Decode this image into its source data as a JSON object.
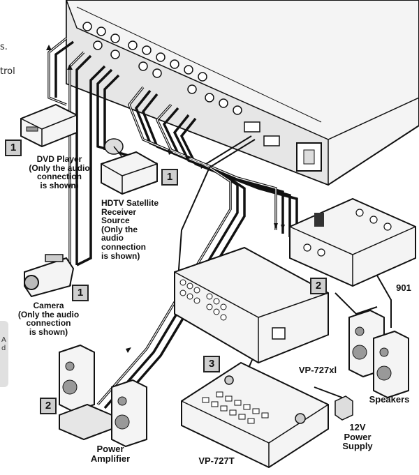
{
  "margin": {
    "note_1": "s.",
    "note_2": "trol",
    "side_1": "A",
    "side_2": "d"
  },
  "devices": {
    "dvd": {
      "badge": "1",
      "label_1": "DVD Player",
      "label_2": "(Only the audio",
      "label_3": "connection",
      "label_4": "is shown)"
    },
    "hdtv": {
      "badge": "1",
      "label_1": "HDTV Satellite",
      "label_2": "Receiver",
      "label_3": "Source",
      "label_4": "(Only the",
      "label_5": "audio",
      "label_6": "connection",
      "label_7": "is shown)"
    },
    "camera": {
      "badge": "1",
      "label_1": "Camera",
      "label_2": "(Only the audio",
      "label_3": "connection",
      "label_4": "is shown)"
    },
    "unit_901": {
      "badge": "2",
      "label": "901"
    },
    "vp727xl": {
      "label": "VP-727xl"
    },
    "vp727t": {
      "badge": "3",
      "label": "VP-727T"
    },
    "speakers": {
      "label": "Speakers"
    },
    "power_amp": {
      "badge": "2",
      "label_1": "Power",
      "label_2": "Amplifier"
    },
    "power_supply": {
      "label_1": "12V",
      "label_2": "Power",
      "label_3": "Supply"
    }
  },
  "colors": {
    "line": "#111111",
    "panel": "#f4f4f4",
    "badge_fill": "#cfcfcf"
  }
}
